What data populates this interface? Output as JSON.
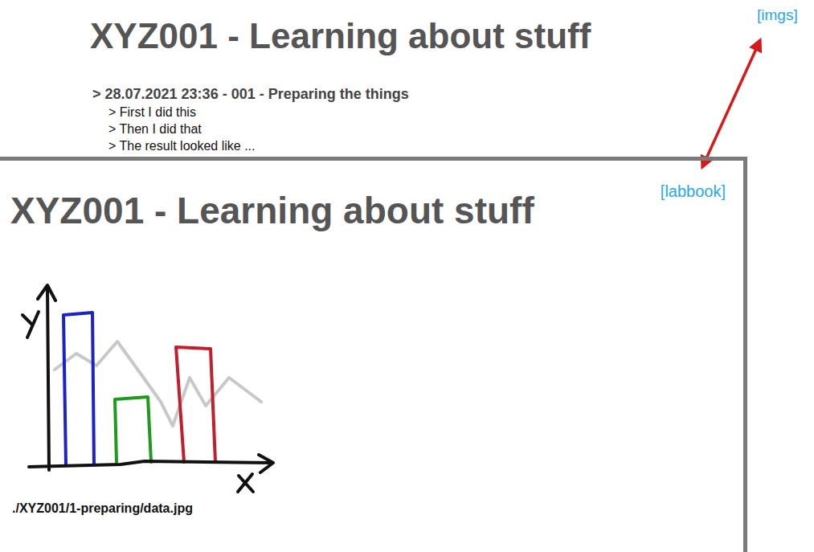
{
  "diagram": {
    "title": "XYZ001 - Learning about stuff",
    "nodes": [
      {
        "text": [
          "[labbook]",
          "XYZ001 - Learning about stuff",
          "./XYZ001/1-preparing/data.jpg"
        ]
      }
    ],
    "labels": [
      "> 28.07.2021 23:36 - 001 - Preparing the things",
      "> First I did this",
      "> Then I did that",
      "> The result looked like ...",
      "[imgs]"
    ]
  }
}
